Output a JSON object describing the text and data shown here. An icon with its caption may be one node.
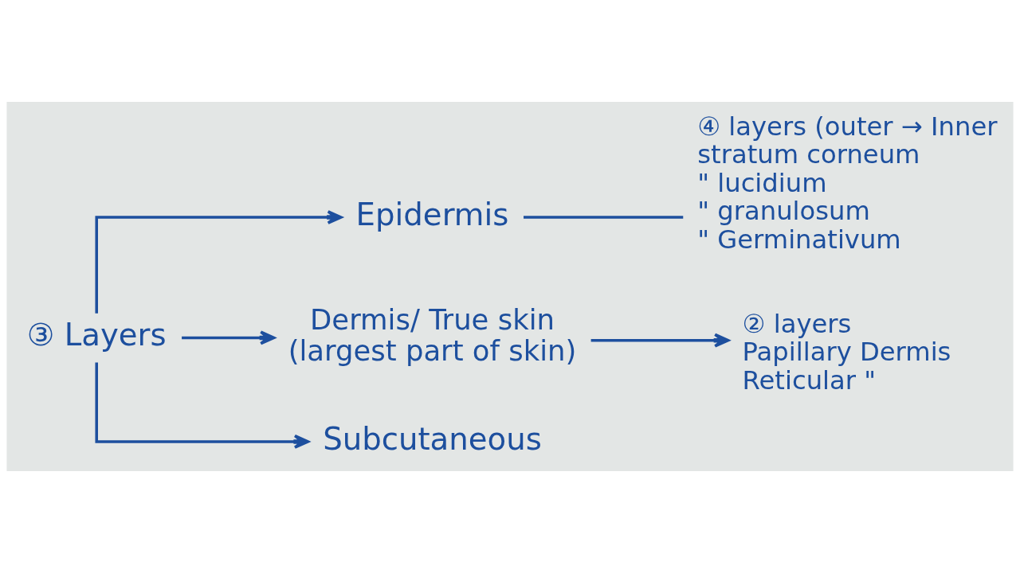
{
  "diagram": {
    "nodes": [
      {
        "text": [
          "③ Layers"
        ]
      },
      {
        "text": [
          "Epidermis"
        ]
      },
      {
        "text": [
          "④ layers (outer → Inner",
          "stratum corneum",
          "\" lucidium",
          "\" granulosum",
          "\" Germinativum"
        ]
      },
      {
        "text": [
          "Dermis/ True skin",
          "(largest part of skin)"
        ]
      },
      {
        "text": [
          "② layers",
          "Papillary Dermis",
          "Reticular \""
        ]
      },
      {
        "text": [
          "Subcutaneous"
        ]
      }
    ],
    "edges": [
      {
        "from": 0,
        "to": 1,
        "arrow": "to"
      },
      {
        "from": 0,
        "to": 3,
        "arrow": "to"
      },
      {
        "from": 0,
        "to": 5,
        "arrow": "to"
      },
      {
        "from": 1,
        "to": 2,
        "arrow": "none"
      },
      {
        "from": 3,
        "to": 4,
        "arrow": "to"
      }
    ]
  }
}
